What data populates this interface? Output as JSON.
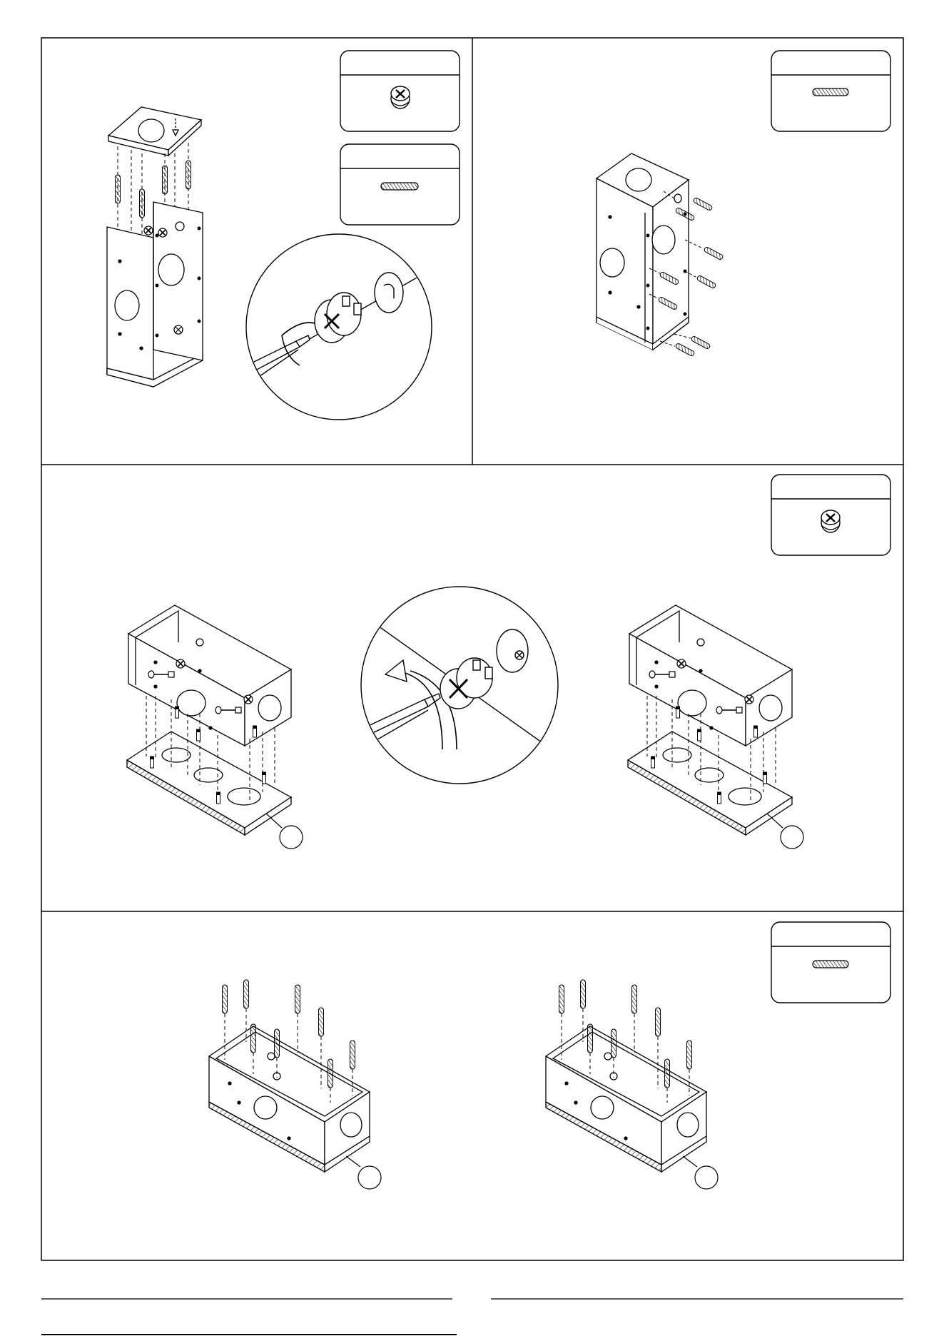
{
  "sheet": {
    "stroke_color": "#000000",
    "background_color": "#ffffff",
    "hatch_color": "#555555"
  },
  "steps": [
    {
      "id": "step-1",
      "hardware": [
        "cam-lock",
        "wooden-dowel"
      ],
      "detail": "cam-lock-tighten"
    },
    {
      "id": "step-2",
      "hardware": [
        "wooden-dowel"
      ]
    },
    {
      "id": "step-3",
      "hardware": [
        "cam-lock"
      ],
      "detail": "cam-lock-tighten"
    },
    {
      "id": "step-4",
      "hardware": [
        "wooden-dowel"
      ]
    }
  ]
}
